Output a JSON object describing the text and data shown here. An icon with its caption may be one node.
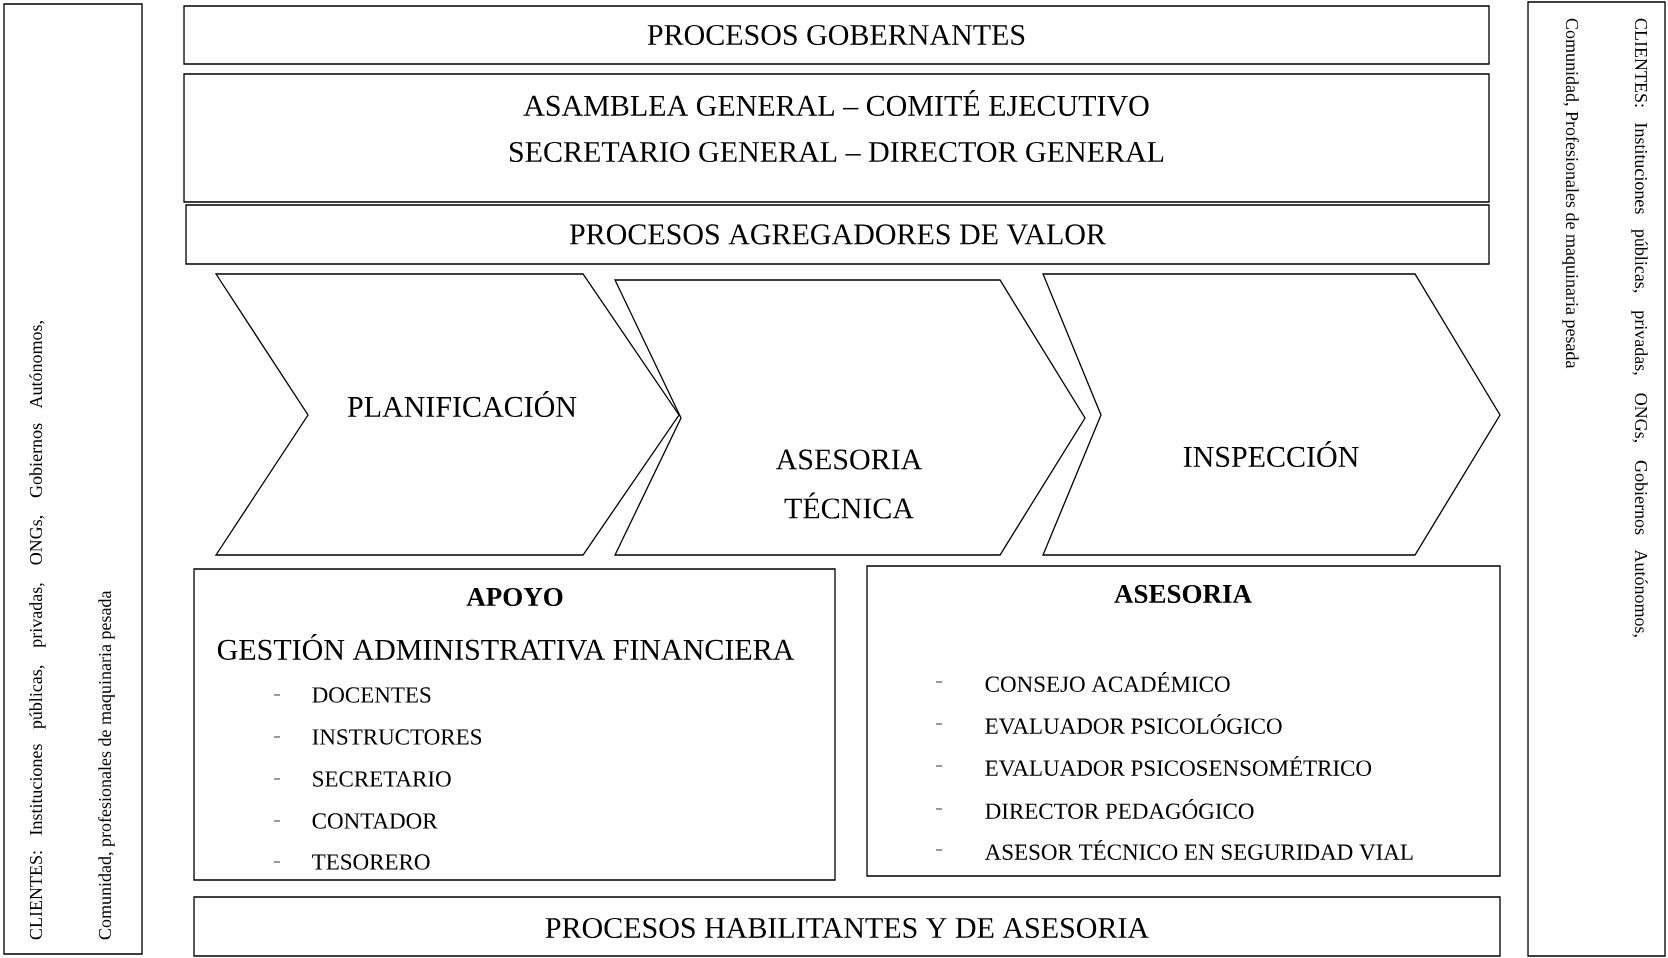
{
  "diagram": {
    "nodes": [
      {
        "text": [
          "CLIENTES: Instituciones públicas, privadas, ONGs, Gobiernos Autónomos, Comunidad, profesionales de maquinaria pesada"
        ]
      },
      {
        "text": [
          "PROCESOS GOBERNANTES"
        ]
      },
      {
        "text": [
          "ASAMBLEA GENERAL – COMITÉ EJECUTIVO",
          "SECRETARIO GENERAL – DIRECTOR GENERAL"
        ]
      },
      {
        "text": [
          "PROCESOS AGREGADORES DE VALOR"
        ]
      },
      {
        "text": [
          "PLANIFICACIÓN"
        ]
      },
      {
        "text": [
          "ASESORIA TÉCNICA"
        ]
      },
      {
        "text": [
          "INSPECCIÓN"
        ]
      },
      {
        "text": [
          "APOYO",
          "GESTIÓN ADMINISTRATIVA FINANCIERA",
          "DOCENTES",
          "INSTRUCTORES",
          "SECRETARIO",
          "CONTADOR",
          "TESORERO"
        ]
      },
      {
        "text": [
          "ASESORIA",
          "CONSEJO ACADÉMICO",
          "EVALUADOR PSICOLÓGICO",
          "EVALUADOR PSICOSENSOMÉTRICO",
          "DIRECTOR PEDAGÓGICO",
          "ASESOR TÉCNICO EN SEGURIDAD VIAL"
        ]
      },
      {
        "text": [
          "PROCESOS HABILITANTES Y DE ASESORIA"
        ]
      },
      {
        "text": [
          "CLIENTES: Instituciones públicas, privadas, ONGs, Gobiernos Autónomos, Comunidad, Profesionales de maquinaria pesada"
        ]
      }
    ]
  }
}
